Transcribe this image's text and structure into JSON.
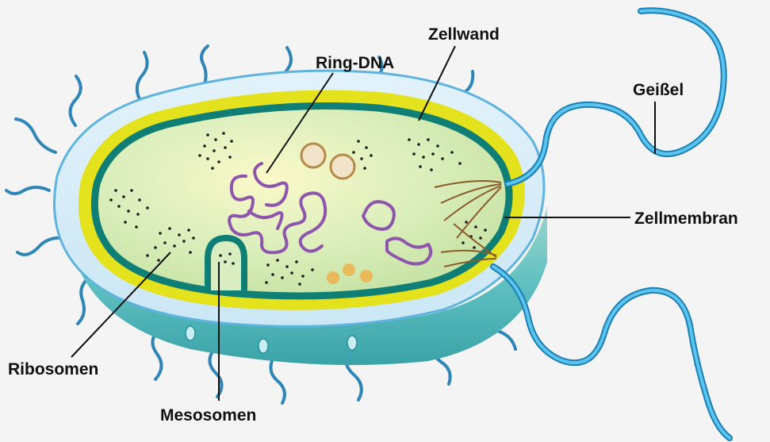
{
  "labels": {
    "zellwand": "Zellwand",
    "ring_dna": "Ring-DNA",
    "geissel": "Geißel",
    "zellmembran": "Zellmembran",
    "ribosomen": "Ribosomen",
    "mesosomen": "Mesosomen"
  },
  "colors": {
    "background": "#f4f4f4",
    "capsule": "#d2e9f7",
    "capsule_edge": "#5fb4de",
    "cell_wall": "#e4e21c",
    "membrane": "#0f7f76",
    "cytoplasm": "#d6ecb8",
    "underside": "#69c4c4",
    "flagellum": "#1f9fd8",
    "dna": "#8e55ad",
    "granule": "#e9b95a",
    "pili_fibers": "#8c5a2b"
  }
}
